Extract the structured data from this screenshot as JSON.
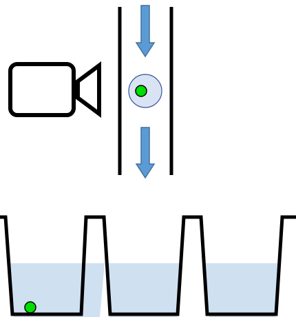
{
  "diagram": {
    "components": {
      "camera": {
        "icon": "video-camera-icon"
      },
      "flow_channel": {
        "walls": 2,
        "flow_direction": "down"
      },
      "flow_arrows": {
        "count": 2,
        "direction": "down"
      },
      "droplet": {
        "contains_cell": true
      },
      "wells": {
        "count": 3,
        "cell_in_well_index": 0
      }
    },
    "colors": {
      "stroke": "#000000",
      "arrow": "#5b9bd5",
      "arrow_stroke": "#41719c",
      "droplet_fill": "#dae3f3",
      "droplet_stroke": "#2f5597",
      "cell": "#00dd00",
      "liquid": "#cfe0f1"
    }
  }
}
